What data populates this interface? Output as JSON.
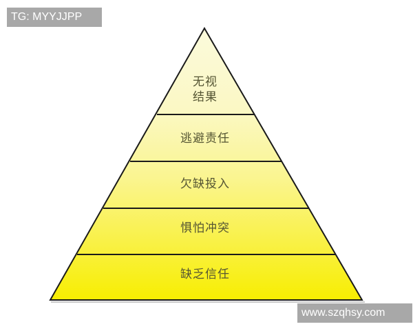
{
  "watermarks": {
    "top_left": "TG: MYYJJPP",
    "bottom_right": "www.szqhsy.com"
  },
  "pyramid": {
    "layers": [
      {
        "line1": "无视",
        "line2": "结果"
      },
      {
        "label": "逃避责任"
      },
      {
        "label": "欠缺投入"
      },
      {
        "label": "惧怕冲突"
      },
      {
        "label": "缺乏信任"
      }
    ],
    "colors": {
      "top": "#fbf9d6",
      "bottom": "#f8f000",
      "outline": "#1a1a1a"
    }
  }
}
